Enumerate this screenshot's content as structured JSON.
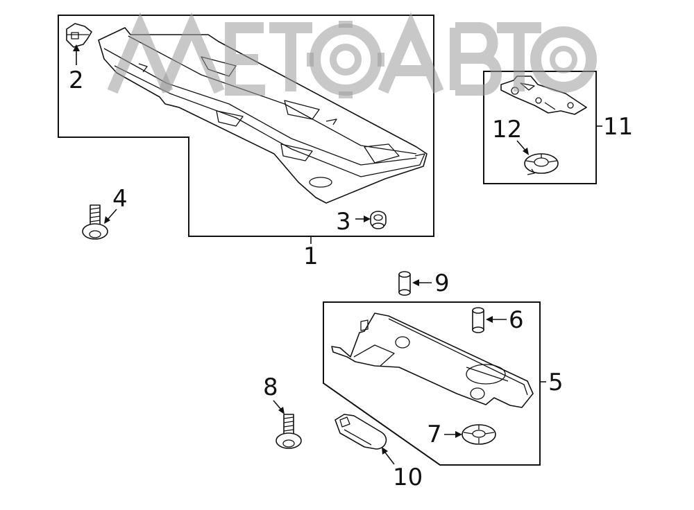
{
  "callouts": {
    "c1": "1",
    "c2": "2",
    "c3": "3",
    "c4": "4",
    "c5": "5",
    "c6": "6",
    "c7": "7",
    "c8": "8",
    "c9": "9",
    "c10": "10",
    "c11": "11",
    "c12": "12"
  },
  "watermark": {
    "text": "АЛЕТОАВТО"
  },
  "colors": {
    "line": "#111111",
    "watermark": "#9a9a9a",
    "background": "#ffffff"
  }
}
